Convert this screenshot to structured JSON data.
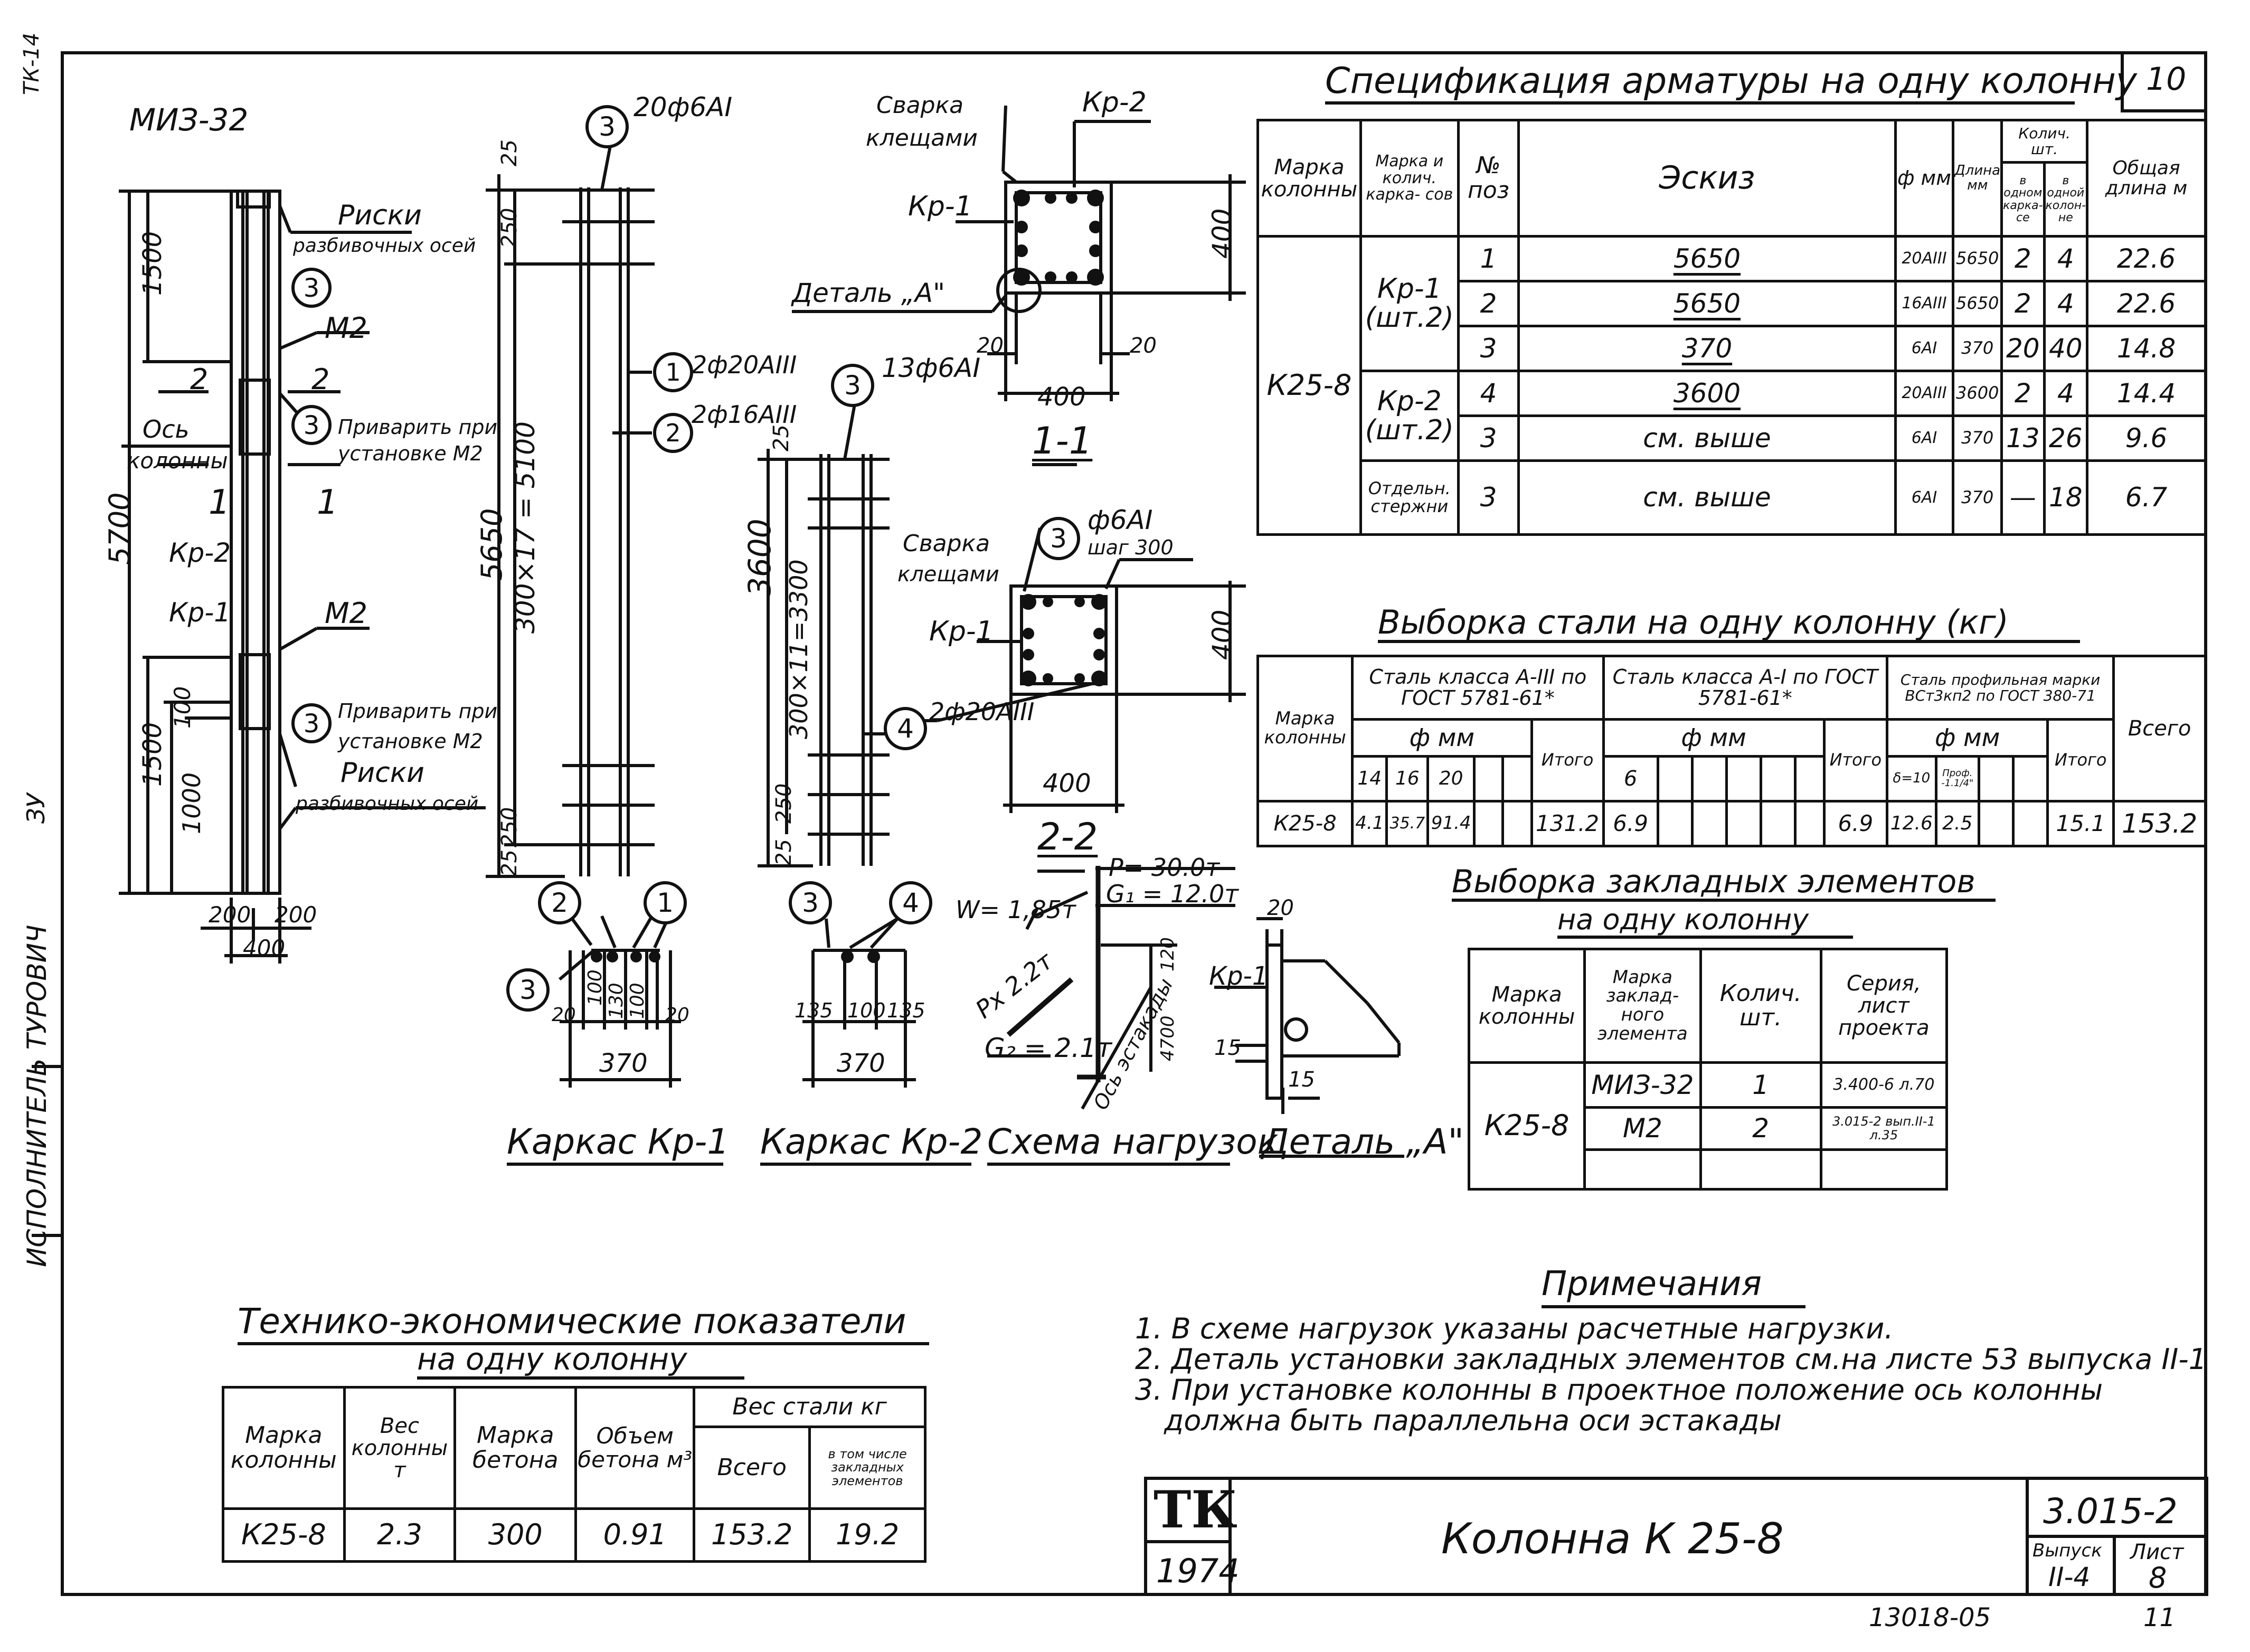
{
  "sheet": {
    "number": "10",
    "side_code_1": "ТК-14",
    "side_code_2": "ЗУ",
    "side_label": "ИСПОЛНИТЕЛЬ ТУРОВИЧ",
    "archive_number": "13018-05",
    "page_note": "11"
  },
  "column_view": {
    "miz_label": "МИЗ-32",
    "riski_top_1": "Риски",
    "riski_top_2": "разбивочных осей",
    "circle3": "3",
    "m2_top": "М2",
    "sec2_left": "2",
    "sec2_right": "2",
    "weld_top_1": "Приварить при",
    "weld_top_2": "установке М2",
    "os_1": "Ось",
    "os_2": "колонны",
    "sec1_left": "1",
    "sec1_right": "1",
    "kr2": "Кр-2",
    "kr1": "Кр-1",
    "m2_bottom": "М2",
    "weld_bot_1": "Приварить при",
    "weld_bot_2": "установке М2",
    "riski_bot_1": "Риски",
    "riski_bot_2": "разбивочных осей",
    "dim_1500_top": "1500",
    "dim_5700": "5700",
    "dim_1500_bot": "1500",
    "dim_100": "100",
    "dim_1000": "1000",
    "dim_200_l": "200",
    "dim_200_r": "200",
    "dim_400": "400"
  },
  "kr1_elev": {
    "bar3_label": "20ф6АI",
    "bar1_label": "2ф20АIII",
    "bar2_label": "2ф16АIII",
    "dim_25_top": "25",
    "dim_250_top": "250",
    "dim_5650": "5650",
    "dim_5100": "300×17 = 5100",
    "dim_250_bot": "250",
    "dim_25_bot": "25",
    "c1": "1",
    "c2": "2",
    "c3": "3"
  },
  "kr2_elev": {
    "bar3_label": "13ф6АI",
    "bar4_label": "2ф20АIII",
    "dim_25_top": "25",
    "dim_3600": "3600",
    "dim_3300": "300×11=3300",
    "dim_250": "250",
    "dim_25_bot": "25",
    "c3": "3",
    "c4": "4"
  },
  "section_11": {
    "weld_1": "Сварка",
    "weld_2": "клещами",
    "kr2": "Кр-2",
    "kr1": "Кр-1",
    "detail": "Деталь „А\"",
    "dim_400_v": "400",
    "dim_20_l": "20",
    "dim_20_r": "20",
    "dim_400_h": "400",
    "title": "1-1"
  },
  "section_22": {
    "c3": "3",
    "bar3_1": "ф6АI",
    "bar3_2": "шаг 300",
    "weld_1": "Сварка",
    "weld_2": "клещами",
    "kr1": "Кр-1",
    "dim_400_v": "400",
    "c4": "4",
    "bar4": "2ф20АIII",
    "dim_400_h": "400",
    "title": "2-2"
  },
  "kr1_section": {
    "c1": "1",
    "c2": "2",
    "c3": "3",
    "dims": [
      "20",
      "100",
      "130",
      "100",
      "20"
    ],
    "total": "370",
    "caption": "Каркас Кр-1"
  },
  "kr2_section": {
    "c3": "3",
    "c4": "4",
    "dims": [
      "135",
      "100",
      "135"
    ],
    "total": "370",
    "caption": "Каркас Кр-2"
  },
  "loads": {
    "w": "W= 1,85т",
    "p": "Р= 30.0т",
    "g1": "G₁ = 12.0т",
    "px": "Рх 2.2т",
    "g2": "G₂ = 2.1т",
    "axis": "Ось эстакады",
    "dim_120": "120",
    "dim_4700": "4700",
    "caption": "Схема нагрузок"
  },
  "detail_a": {
    "kr1": "Кр-1",
    "dim_20": "20",
    "dim_15_a": "15",
    "dim_15_b": "15",
    "caption": "Деталь „А\""
  },
  "spec": {
    "title": "Спецификация арматуры на одну колонну",
    "headers": [
      "Марка колонны",
      "Марка и колич. карка- сов",
      "№ поз",
      "Эскиз",
      "ф мм",
      "Длина мм",
      "Колич. шт.",
      "в одном карка- се",
      "в одной колон- не",
      "Общая длина м"
    ],
    "column_mark": "К25-8",
    "groups": [
      {
        "mark": "Кр-1 (шт.2)",
        "rows": [
          {
            "pos": "1",
            "sketch": "5650",
            "d": "20АIII",
            "len": "5650",
            "q1": "2",
            "q2": "4",
            "total": "22.6"
          },
          {
            "pos": "2",
            "sketch": "5650",
            "d": "16АIII",
            "len": "5650",
            "q1": "2",
            "q2": "4",
            "total": "22.6"
          },
          {
            "pos": "3",
            "sketch": "370",
            "d": "6АI",
            "len": "370",
            "q1": "20",
            "q2": "40",
            "total": "14.8"
          }
        ]
      },
      {
        "mark": "Кр-2 (шт.2)",
        "rows": [
          {
            "pos": "4",
            "sketch": "3600",
            "d": "20АIII",
            "len": "3600",
            "q1": "2",
            "q2": "4",
            "total": "14.4"
          },
          {
            "pos": "3",
            "sketch": "см. выше",
            "d": "6АI",
            "len": "370",
            "q1": "13",
            "q2": "26",
            "total": "9.6"
          }
        ]
      },
      {
        "mark": "Отдельн. стержни",
        "rows": [
          {
            "pos": "3",
            "sketch": "см. выше",
            "d": "6АI",
            "len": "370",
            "q1": "—",
            "q2": "18",
            "total": "6.7"
          }
        ]
      }
    ]
  },
  "steel": {
    "title": "Выборка стали на одну колонну (кг)",
    "h_mark": "Марка колонны",
    "h_a3": "Сталь класса А-III по ГОСТ 5781-61*",
    "h_a1": "Сталь класса А-I по ГОСТ 5781-61*",
    "h_prof": "Сталь профильная марки ВСт3кп2 по ГОСТ 380-71",
    "h_fmm": "ф мм",
    "h_itogo": "Итого",
    "h_vsego": "Всего",
    "a3_d": [
      "14",
      "16",
      "20"
    ],
    "a1_d": [
      "6"
    ],
    "prof_d": [
      "δ=10",
      "Проф. -1.1/4\""
    ],
    "row": {
      "mark": "К25-8",
      "a3": [
        "4.1",
        "35.7",
        "91.4"
      ],
      "a3_total": "131.2",
      "a1": [
        "6.9"
      ],
      "a1_total": "6.9",
      "prof": [
        "12.6",
        "2.5"
      ],
      "prof_total": "15.1",
      "total": "153.2"
    }
  },
  "embedded": {
    "title_1": "Выборка закладных элементов",
    "title_2": "на одну колонну",
    "headers": [
      "Марка колонны",
      "Марка заклад- ного элемента",
      "Колич. шт.",
      "Серия, лист проекта"
    ],
    "mark": "К25-8",
    "rows": [
      {
        "el": "МИЗ-32",
        "qty": "1",
        "ser": "3.400-6 л.70"
      },
      {
        "el": "М2",
        "qty": "2",
        "ser": "3.015-2 вып.II-1 л.35"
      }
    ]
  },
  "notes": {
    "title": "Примечания",
    "items": [
      "1. В схеме нагрузок указаны расчетные нагрузки.",
      "2. Деталь установки закладных элементов см.на листе 53 выпуска II-1",
      "3. При установке колонны в проектное положение ось колонны",
      "должна быть параллельна оси эстакады"
    ]
  },
  "tech": {
    "title_1": "Технико-экономические показатели",
    "title_2": "на одну колонну",
    "headers": [
      "Марка колонны",
      "Вес колонны т",
      "Марка бетона",
      "Объем бетона м³",
      "Вес стали кг",
      "Всего",
      "в том числе закладных элементов"
    ],
    "row": [
      "К25-8",
      "2.3",
      "300",
      "0.91",
      "153.2",
      "19.2"
    ]
  },
  "stamp": {
    "tk": "ТК",
    "year": "1974",
    "title": "Колонна К 25-8",
    "series": "3.015-2",
    "vyp_label": "Выпуск",
    "vyp": "II-4",
    "list_label": "Лист",
    "list": "8"
  }
}
